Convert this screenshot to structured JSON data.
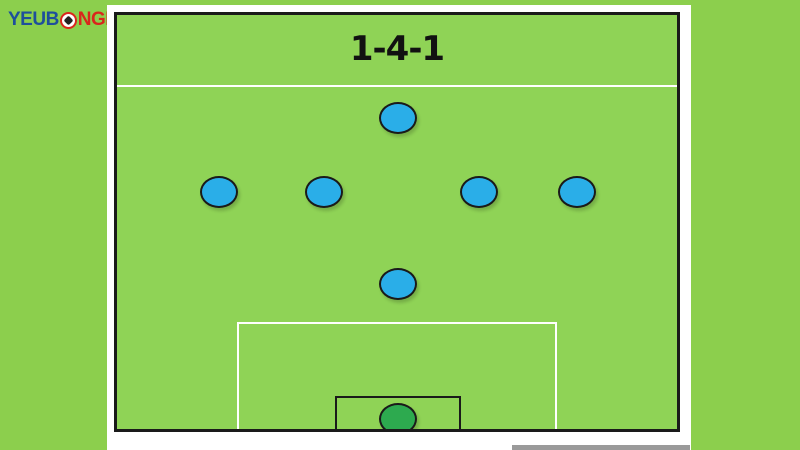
{
  "logo": {
    "part1": "YEUB",
    "part2": "NGDA"
  },
  "formation": {
    "title": "1-4-1"
  },
  "colors": {
    "outfield_player": "#2aaee8",
    "goalkeeper": "#2daa4f",
    "pitch": "#8fd356",
    "background": "#8ccf4d"
  },
  "players": [
    {
      "role": "forward"
    },
    {
      "role": "midfielder"
    },
    {
      "role": "midfielder"
    },
    {
      "role": "midfielder"
    },
    {
      "role": "midfielder"
    },
    {
      "role": "defender"
    },
    {
      "role": "goalkeeper"
    }
  ]
}
